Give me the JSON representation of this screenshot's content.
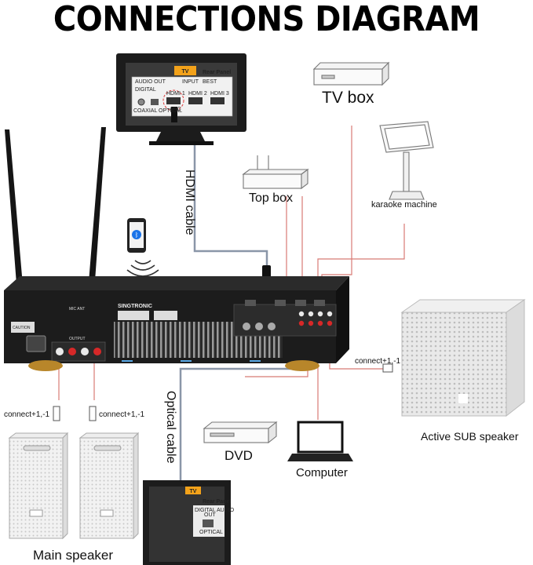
{
  "title": "CONNECTIONS DIAGRAM",
  "labels": {
    "tv_box": "TV box",
    "top_box": "Top box",
    "karaoke_machine": "karaoke machine",
    "hdmi_cable": "HDMI cable",
    "optical_cable": "Optical cable",
    "dvd": "DVD",
    "computer": "Computer",
    "active_sub": "Active SUB speaker",
    "main_speaker": "Main speaker",
    "connect_sub": "connect+1,-1",
    "connect_left": "connect+1,-1",
    "connect_right": "connect+1,-1"
  },
  "tv_top": {
    "badge": "TV",
    "rear_panel": "Rear Panel",
    "audio_out": "AUDIO OUT",
    "input": "INPUT",
    "best": "BEST",
    "digital": "DIGITAL",
    "coaxial_optical": "COAXIAL OPTICAL",
    "hdmi1": "HDMI 1",
    "hdmi2": "HDMI 2",
    "hdmi3": "HDMI 3",
    "arc": "ARC"
  },
  "tv_bottom": {
    "badge": "TV",
    "rear_panel": "Rear Panel",
    "digital_audio": "DIGITAL AUDIO",
    "out": "OUT",
    "optical": "OPTICAL"
  },
  "amplifier": {
    "brand": "SINGTRONIC",
    "caution": "CAUTION",
    "output": "OUTPUT",
    "mic_ant": "MIC ANT"
  },
  "colors": {
    "background": "#ffffff",
    "cable_line": "#d87a74",
    "hdmi_cable": "#8a96a8",
    "device_dark": "#1c1c1c",
    "tv_badge": "#f3a21a"
  }
}
